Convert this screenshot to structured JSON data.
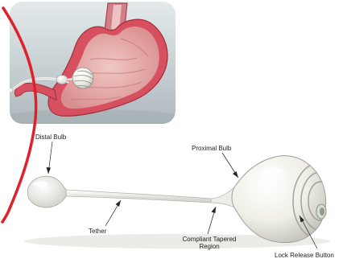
{
  "labels": {
    "distal_bulb": "Distal Bulb",
    "proximal_bulb": "Proximal Bulb",
    "tether": "Tether",
    "compliant_tapered_region_line1": "Compliant Tapered",
    "compliant_tapered_region_line2": "Region",
    "lock_release_button": "Lock Release Button"
  },
  "colors": {
    "red_arc": "#e0202a",
    "device_white": "#f1f1ea",
    "device_stripe": "#a4a49e",
    "stomach_wall": "#d6505f",
    "stomach_lining": "#e8b1b0",
    "inset_background": "#cfd8dc"
  },
  "icons": {
    "inset_image": "stomach-cutaway-illustration",
    "device_image": "balloon-device-illustration"
  }
}
